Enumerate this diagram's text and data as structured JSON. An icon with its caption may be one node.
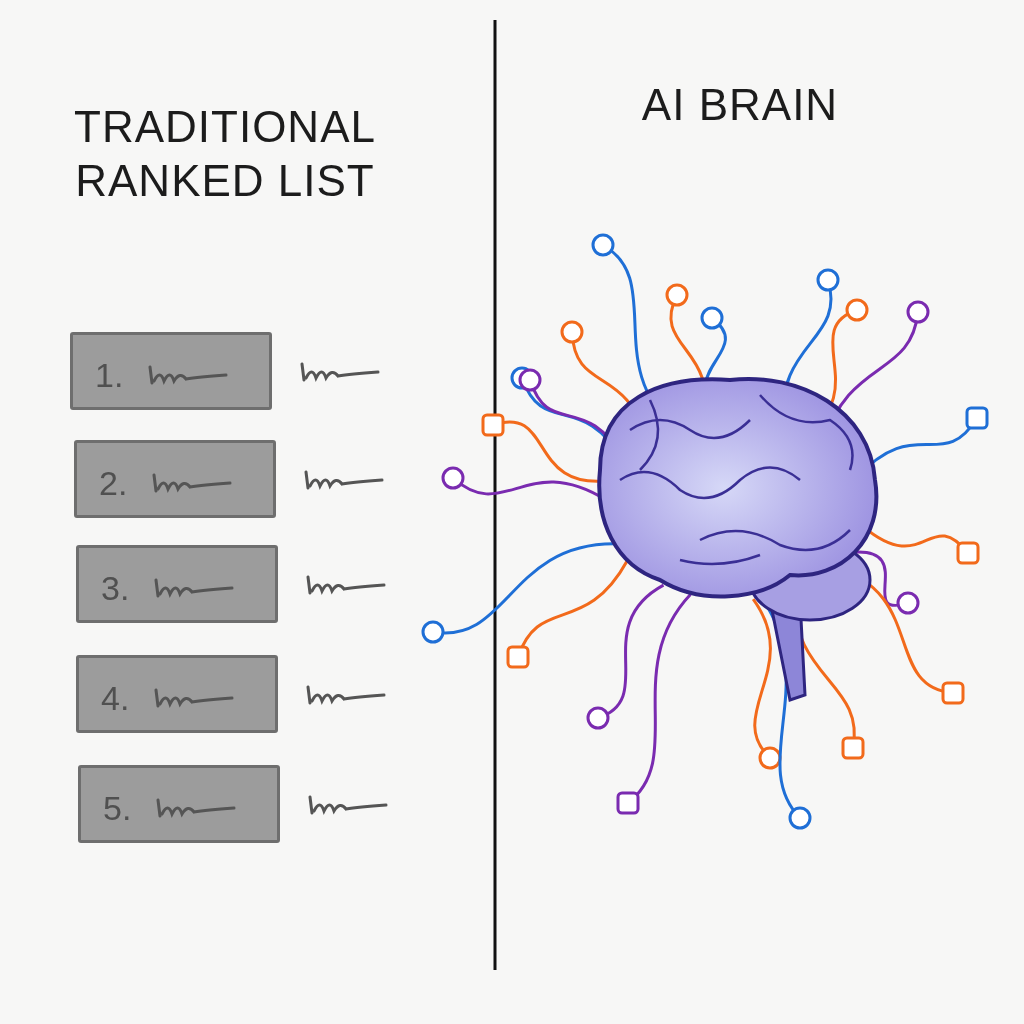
{
  "diagram": {
    "nodes": [
      {
        "text": [
          "1."
        ]
      },
      {
        "text": [
          "2."
        ]
      },
      {
        "text": [
          "3."
        ]
      },
      {
        "text": [
          "4."
        ]
      },
      {
        "text": [
          "5."
        ]
      }
    ],
    "edges": [],
    "labels": [
      "TRADITIONAL RANKED LIST",
      "AI BRAIN"
    ]
  }
}
